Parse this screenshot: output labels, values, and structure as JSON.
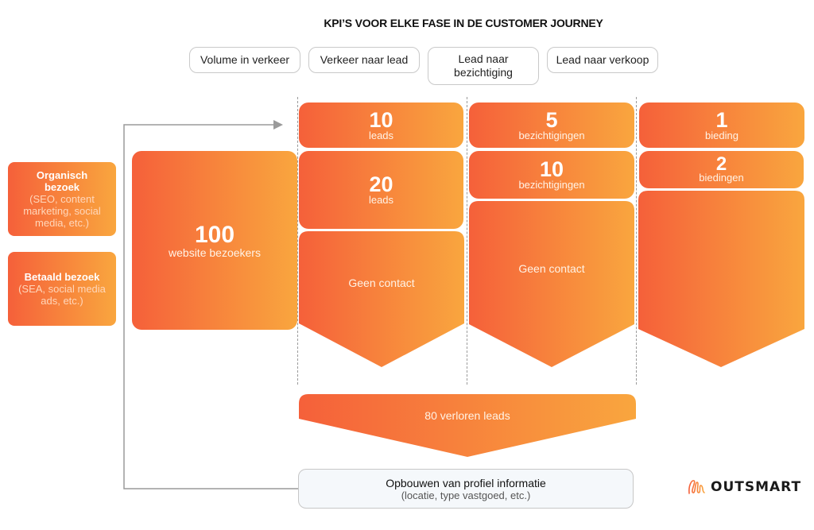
{
  "title": "KPI’S VOOR ELKE FASE IN DE CUSTOMER JOURNEY",
  "stages": [
    {
      "label": "Volume in verkeer"
    },
    {
      "label": "Verkeer naar lead"
    },
    {
      "label_line1": "Lead naar",
      "label_line2": "bezichtiging"
    },
    {
      "label": "Lead naar verkoop"
    }
  ],
  "sources": [
    {
      "title_line1": "Organisch",
      "title_line2": "bezoek",
      "sub_line1": "(SEO, content",
      "sub_line2": "marketing, social",
      "sub_line3": "media, etc.)"
    },
    {
      "title": "Betaald bezoek",
      "sub_line1": "(SEA, social media",
      "sub_line2": "ads, etc.)"
    }
  ],
  "visitors": {
    "value": "100",
    "label": "website bezoekers"
  },
  "columns": [
    {
      "top": {
        "value": "10",
        "label": "leads"
      },
      "middle": {
        "value": "20",
        "label": "leads"
      },
      "bottom": {
        "label": "Geen contact"
      }
    },
    {
      "top": {
        "value": "5",
        "label": "bezichtigingen"
      },
      "middle": {
        "value": "10",
        "label": "bezichtigingen"
      },
      "bottom": {
        "label": "Geen contact"
      }
    },
    {
      "top": {
        "value": "1",
        "label": "bieding"
      },
      "middle": {
        "value": "2",
        "label": "biedingen"
      },
      "bottom": {
        "label": ""
      }
    }
  ],
  "lost": {
    "label": "80 verloren leads"
  },
  "profile": {
    "title": "Opbouwen van profiel informatie",
    "subtitle": "(locatie, type vastgoed, etc.)"
  },
  "logo": {
    "text": "OUTSMART"
  },
  "colors": {
    "gradient_start": "#f5603a",
    "gradient_end": "#f9a63e",
    "connector": "#9a9a9a"
  }
}
